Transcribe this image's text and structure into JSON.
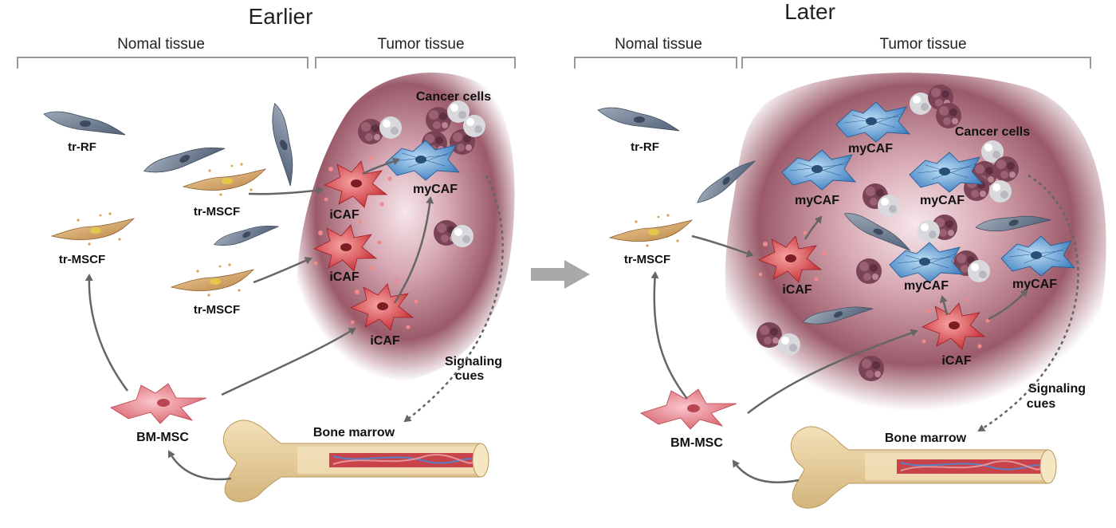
{
  "panels": {
    "earlier": {
      "title": "Earlier",
      "normal_tissue": "Nomal tissue",
      "tumor_tissue": "Tumor tissue",
      "cancer_cells": "Cancer cells",
      "tr_rf": "tr-RF",
      "tr_mscf_1": "tr-MSCF",
      "tr_mscf_2": "tr-MSCF",
      "tr_mscf_3": "tr-MSCF",
      "icaf_1": "iCAF",
      "icaf_2": "iCAF",
      "icaf_3": "iCAF",
      "mycaf_1": "myCAF",
      "bm_msc": "BM-MSC",
      "bone_marrow": "Bone marrow",
      "signaling_1": "Signaling",
      "signaling_2": "cues"
    },
    "later": {
      "title": "Later",
      "normal_tissue": "Nomal tissue",
      "tumor_tissue": "Tumor tissue",
      "cancer_cells": "Cancer cells",
      "tr_rf": "tr-RF",
      "tr_mscf": "tr-MSCF",
      "icaf_1": "iCAF",
      "icaf_2": "iCAF",
      "mycaf_1": "myCAF",
      "mycaf_2": "myCAF",
      "mycaf_3": "myCAF",
      "mycaf_4": "myCAF",
      "mycaf_5": "myCAF",
      "bm_msc": "BM-MSC",
      "bone_marrow": "Bone marrow",
      "signaling_1": "Signaling",
      "signaling_2": "cues"
    }
  },
  "colors": {
    "tumor": "#8c4a5a",
    "icaf": "#d9474a",
    "mycaf": "#5a9bd5",
    "fibroblast": "#6f7f92",
    "mscf": "#d8a86a",
    "bm_msc": "#e37d86",
    "bone": "#e8cf9a",
    "arrow": "#666666"
  },
  "icons": {
    "transition_arrow": "arrow-right-icon",
    "cancer_cell": "cancer-cell-cluster-icon",
    "bone": "femur-icon"
  }
}
